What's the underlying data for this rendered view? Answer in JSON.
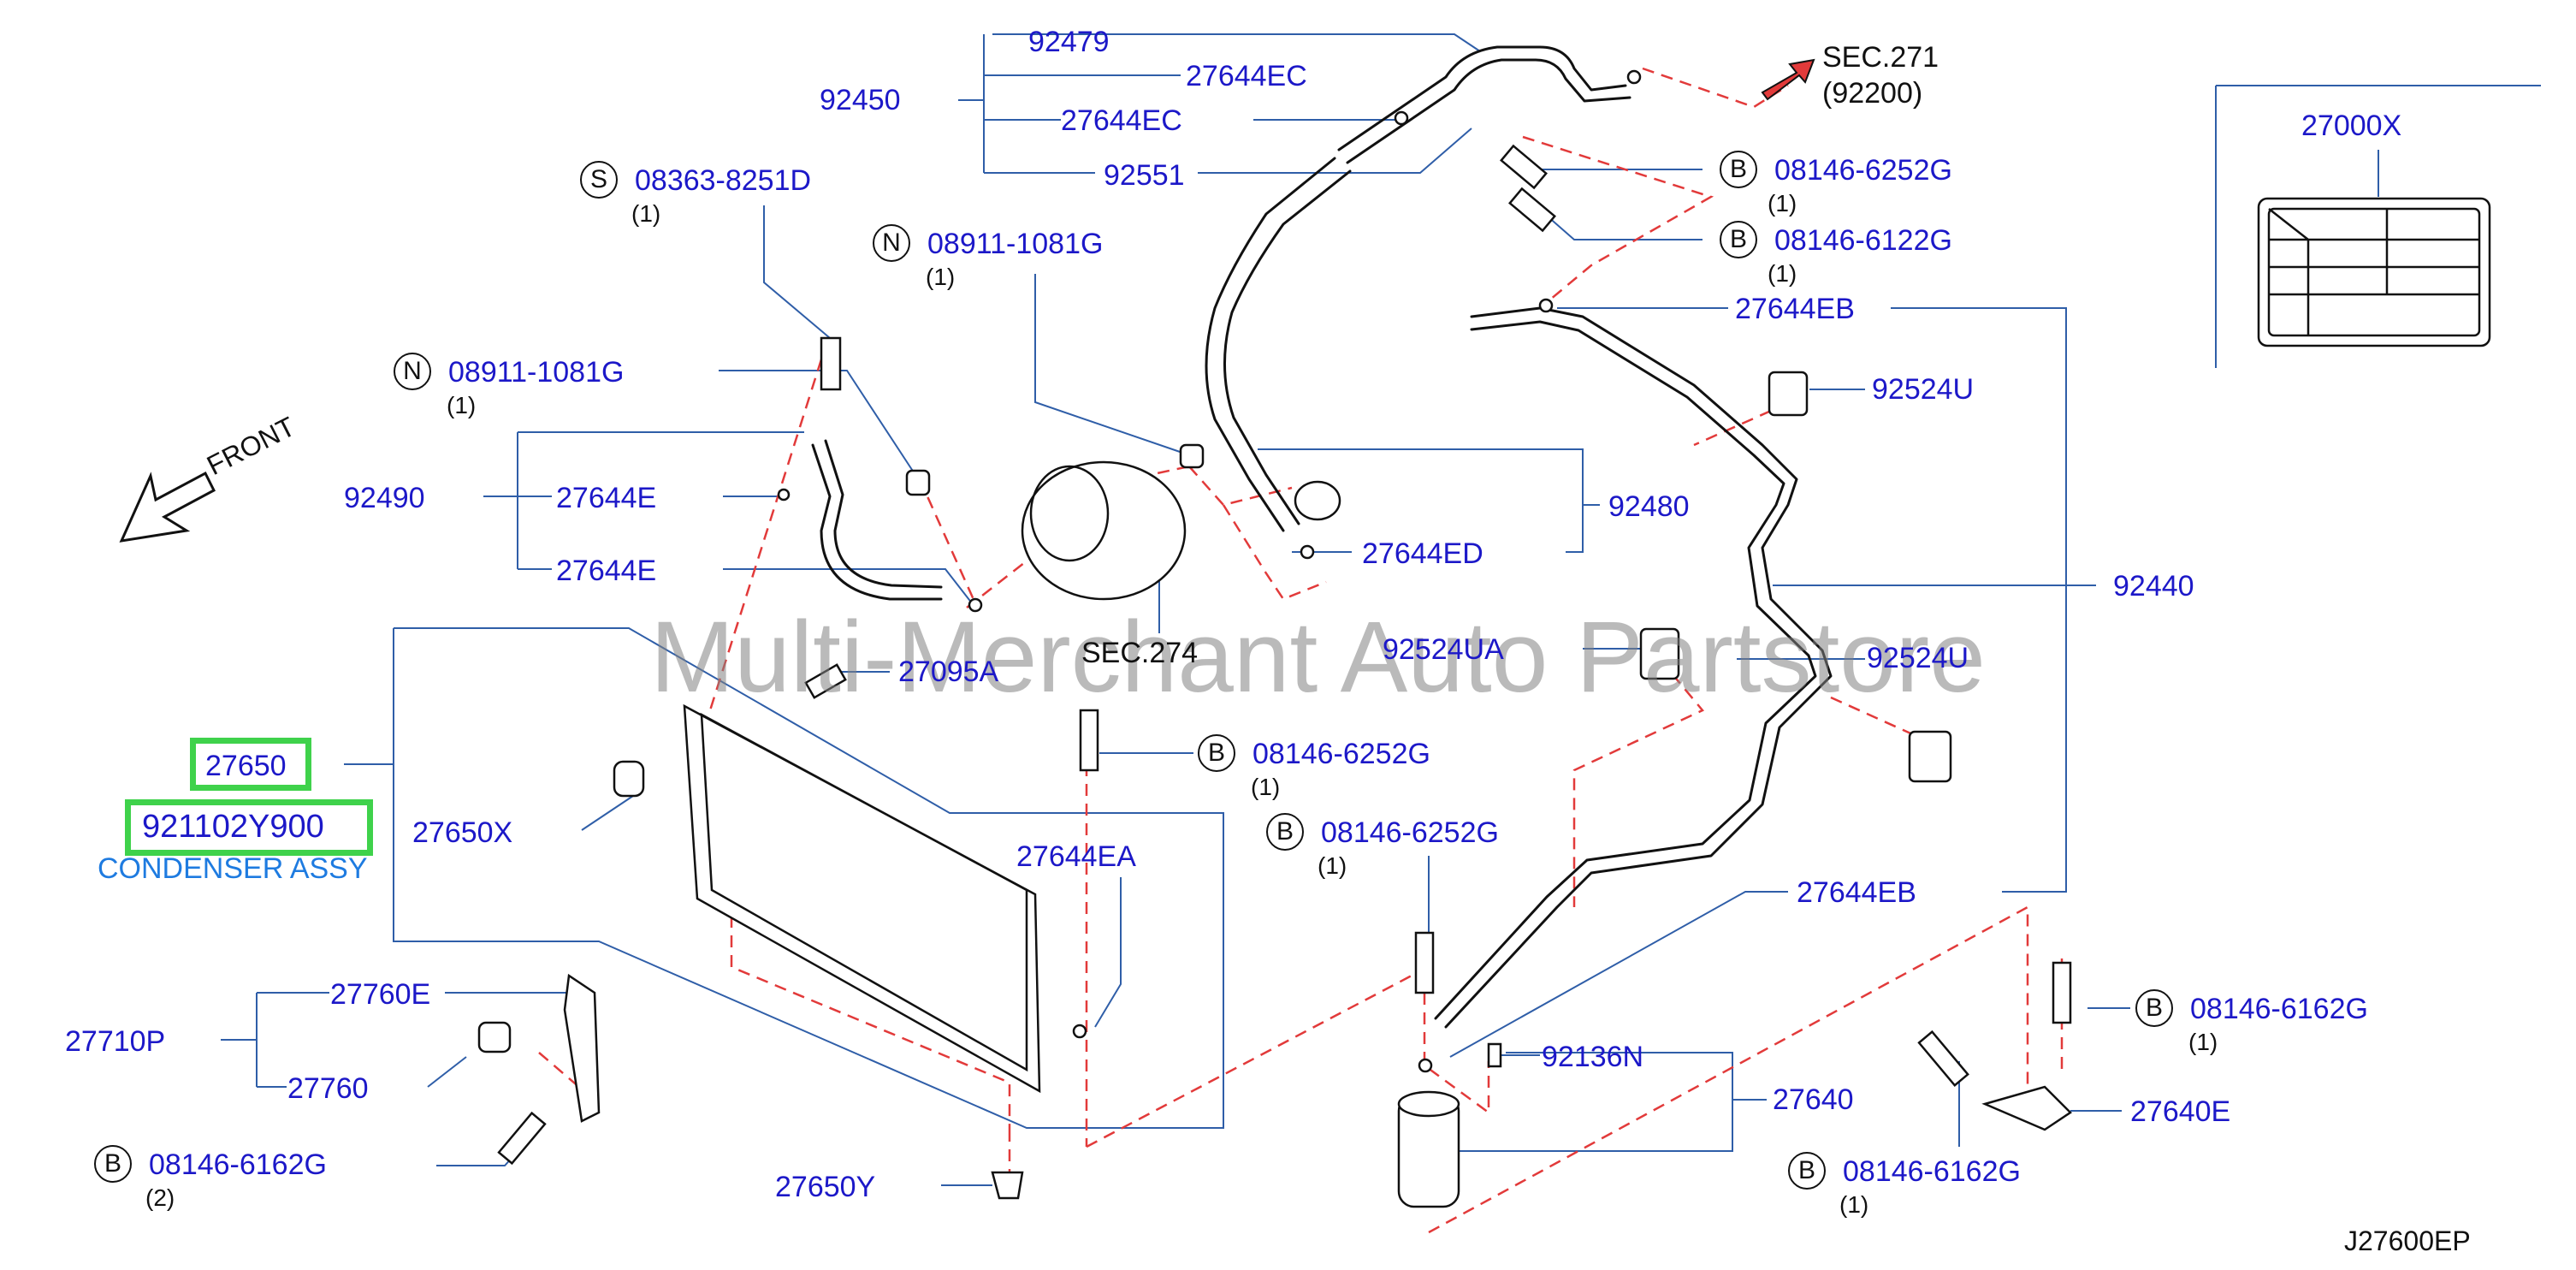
{
  "watermark": "Multi-Merchant Auto Partstore",
  "figure_code": "J27600EP",
  "front_label": "FRONT",
  "highlight": {
    "part_number": "27650",
    "alt_number": "921102Y900",
    "description": "CONDENSER ASSY"
  },
  "sec271": {
    "line1": "SEC.271",
    "line2": "(92200)"
  },
  "sec274": "SEC.274",
  "callouts": {
    "c92479": "92479",
    "c92450": "92450",
    "c27644EC_a": "27644EC",
    "c27644EC_b": "27644EC",
    "c92551": "92551",
    "c27000X": "27000X",
    "c08363": "08363-8251D",
    "c08363_q": "(1)",
    "c08911_top": "08911-1081G",
    "c08911_top_q": "(1)",
    "c08911_left": "08911-1081G",
    "c08911_left_q": "(1)",
    "c08146_6252_top": "08146-6252G",
    "c08146_6252_top_q": "(1)",
    "c08146_6122": "08146-6122G",
    "c08146_6122_q": "(1)",
    "c27644EB_top": "27644EB",
    "c92524U_top": "92524U",
    "c92490": "92490",
    "c27644E_a": "27644E",
    "c27644E_b": "27644E",
    "c92480": "92480",
    "c27644ED": "27644ED",
    "c92440": "92440",
    "c92524UA": "92524UA",
    "c92524U_mid": "92524U",
    "c27095A": "27095A",
    "c08146_6252_mid": "08146-6252G",
    "c08146_6252_mid_q": "(1)",
    "c08146_6252_low": "08146-6252G",
    "c08146_6252_low_q": "(1)",
    "c27650X": "27650X",
    "c27644EA": "27644EA",
    "c27644EB_low": "27644EB",
    "c27760E": "27760E",
    "c27710P": "27710P",
    "c27760": "27760",
    "c08146_6162_left": "08146-6162G",
    "c08146_6162_left_q": "(2)",
    "c92136N": "92136N",
    "c27640": "27640",
    "c08146_6162_right": "08146-6162G",
    "c08146_6162_right_q": "(1)",
    "c27640E": "27640E",
    "c08146_6162_bot": "08146-6162G",
    "c08146_6162_bot_q": "(1)",
    "c27650Y": "27650Y"
  },
  "symbols": {
    "s": "S",
    "n": "N",
    "b": "B"
  }
}
